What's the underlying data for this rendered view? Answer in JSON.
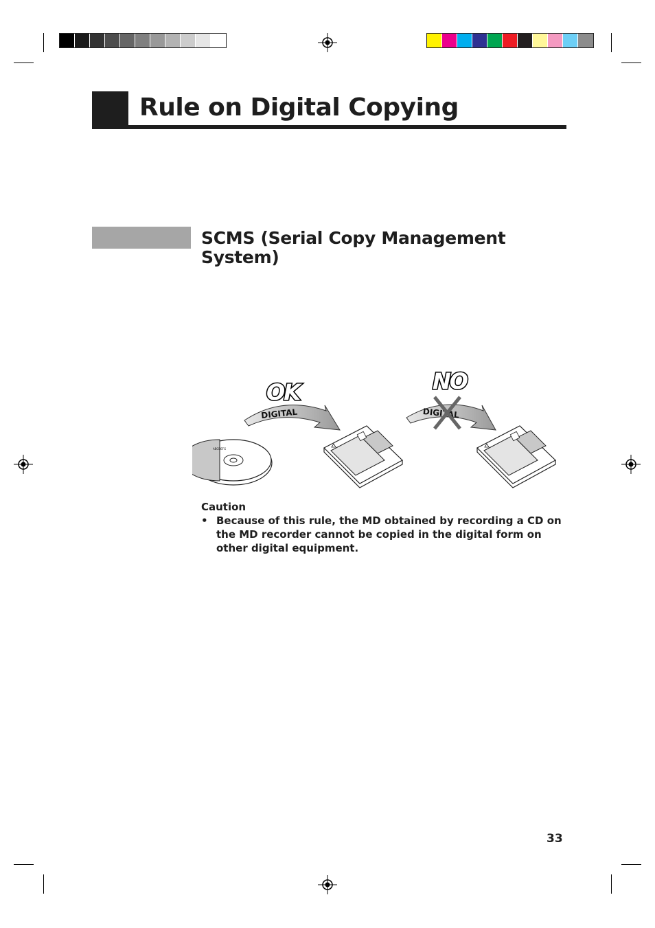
{
  "title": "Rule on Digital Copying",
  "section": {
    "title": "SCMS (Serial Copy Management System)"
  },
  "illustration": {
    "ok_label": "OK",
    "no_label": "NO",
    "arrow_label_ok": "DIGITAL",
    "arrow_label_no": "DIGITAL",
    "cd_label": "ABCDEFG"
  },
  "caution": {
    "heading": "Caution",
    "bullet": "•",
    "items": [
      "Because of this rule, the MD obtained by recording a CD on the MD recorder cannot be copied in the digital form on other digital equipment."
    ]
  },
  "page_number": "33",
  "colors": {
    "grayscale_bar": [
      "#000000",
      "#1a1a1a",
      "#333333",
      "#4d4d4d",
      "#666666",
      "#808080",
      "#999999",
      "#b3b3b3",
      "#cccccc",
      "#e6e6e6",
      "#ffffff"
    ],
    "color_bar": [
      "#fff200",
      "#ec008c",
      "#00aeef",
      "#2e3192",
      "#00a651",
      "#ed1c24",
      "#231f20",
      "#fff799",
      "#f49ac1",
      "#6dcff6",
      "#8c8c8c"
    ],
    "title_black": "#1e1e1e",
    "section_gray": "#a6a6a6"
  }
}
